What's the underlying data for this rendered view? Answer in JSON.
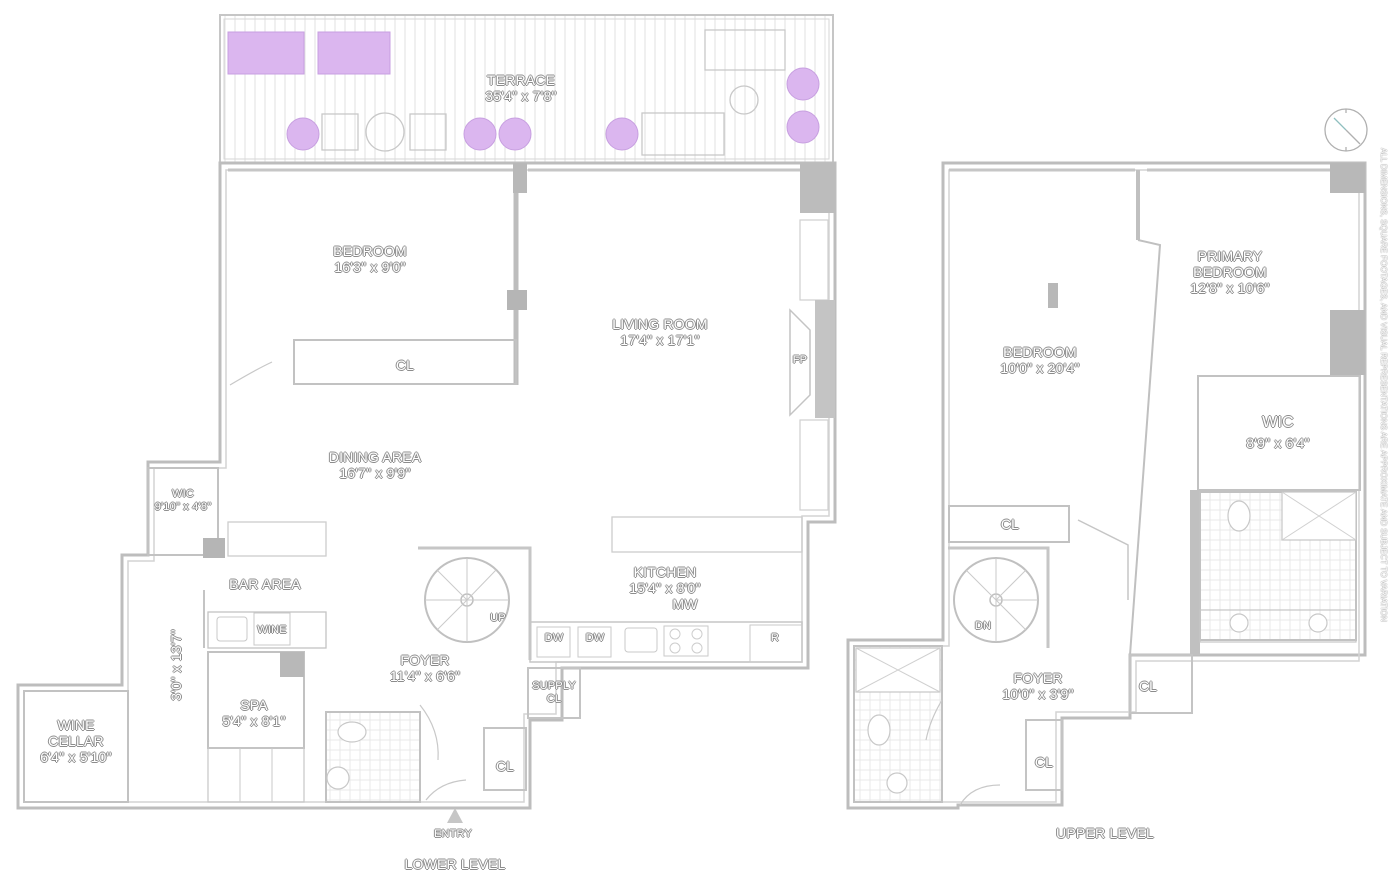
{
  "plan": {
    "lower_level_label": "LOWER LEVEL",
    "upper_level_label": "UPPER LEVEL",
    "entry_label": "ENTRY",
    "disclaimer": "ALL DIMENSIONS, SQUARE FOOTAGES, AND VISUAL REPRESENTATIONS ARE APPROXIMATE AND SUBJECT TO VARIATION"
  },
  "lower_rooms": {
    "terrace": {
      "name": "TERRACE",
      "dims": "35'4\" x 7'8\""
    },
    "bedroom": {
      "name": "BEDROOM",
      "dims": "16'3\" x 9'0\""
    },
    "bedroom_closet": {
      "name": "CL"
    },
    "living_room": {
      "name": "LIVING ROOM",
      "dims": "17'4\" x 17'1\""
    },
    "fireplace": {
      "name": "FP"
    },
    "dining_area": {
      "name": "DINING AREA",
      "dims": "16'7\" x 9'9\""
    },
    "wic": {
      "name": "WIC",
      "dims": "9'10\" x 4'8\""
    },
    "bar_area": {
      "name": "BAR AREA"
    },
    "bar_wine": {
      "name": "WINE"
    },
    "hall_dims": {
      "dims": "3'0\" x 13'7\""
    },
    "spa": {
      "name": "SPA",
      "dims": "5'4\" x 8'1\""
    },
    "wine_cellar": {
      "name": "WINE",
      "name2": "CELLAR",
      "dims": "6'4\" x 5'10\""
    },
    "kitchen": {
      "name": "KITCHEN",
      "dims": "15'4\" x 8'0\""
    },
    "microwave": {
      "name": "MW"
    },
    "dishwasher1": {
      "name": "DW"
    },
    "dishwasher2": {
      "name": "DW"
    },
    "refrigerator": {
      "name": "R"
    },
    "foyer": {
      "name": "FOYER",
      "dims": "11'4\" x 6'6\""
    },
    "stair_up": {
      "name": "UP"
    },
    "supply_closet": {
      "name": "SUPPLY",
      "name2": "CL"
    },
    "entry_closet": {
      "name": "CL"
    }
  },
  "upper_rooms": {
    "bedroom": {
      "name": "BEDROOM",
      "dims": "10'0\" x 20'4\""
    },
    "primary_bedroom": {
      "name": "PRIMARY",
      "name2": "BEDROOM",
      "dims": "12'8\" x 10'6\""
    },
    "wic": {
      "name": "WIC",
      "dims": "8'9\" x 6'4\""
    },
    "closet_bedroom": {
      "name": "CL"
    },
    "stair_down": {
      "name": "DN"
    },
    "foyer": {
      "name": "FOYER",
      "dims": "10'0\" x 3'9\""
    },
    "closet_hall": {
      "name": "CL"
    },
    "closet_foyer": {
      "name": "CL"
    }
  },
  "colors": {
    "wall": "#b9b9b9",
    "wall_dark": "#a9a9a9",
    "plant": "#d9b3ef",
    "label_outline": "#8e8e8e"
  }
}
